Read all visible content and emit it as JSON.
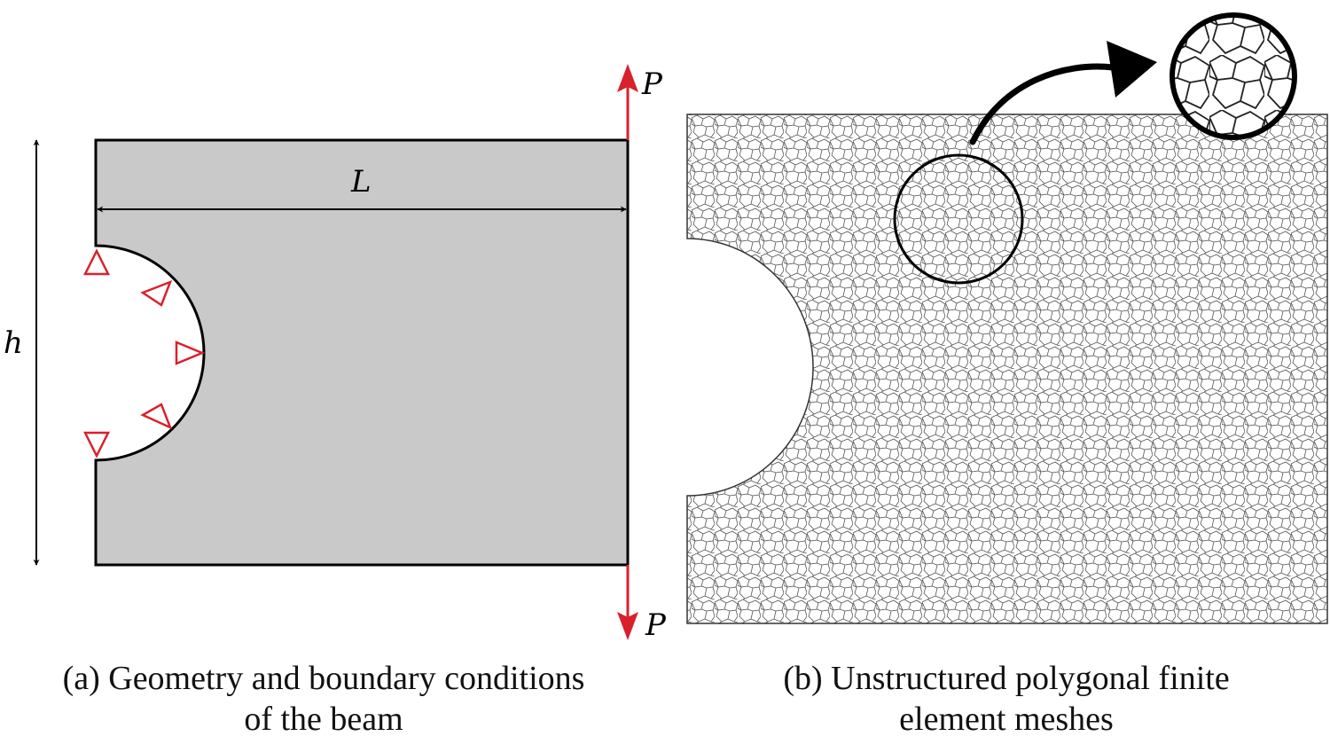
{
  "panel_a": {
    "label_L": "L",
    "label_h": "h",
    "label_P_top": "P",
    "label_P_bottom": "P",
    "body_color": "#c9c9c9",
    "load_color": "#d9212c",
    "caption_line1": "(a) Geometry and boundary conditions",
    "caption_line2": "of the beam"
  },
  "panel_b": {
    "caption_line1": "(b) Unstructured polygonal finite",
    "caption_line2": "element meshes"
  }
}
